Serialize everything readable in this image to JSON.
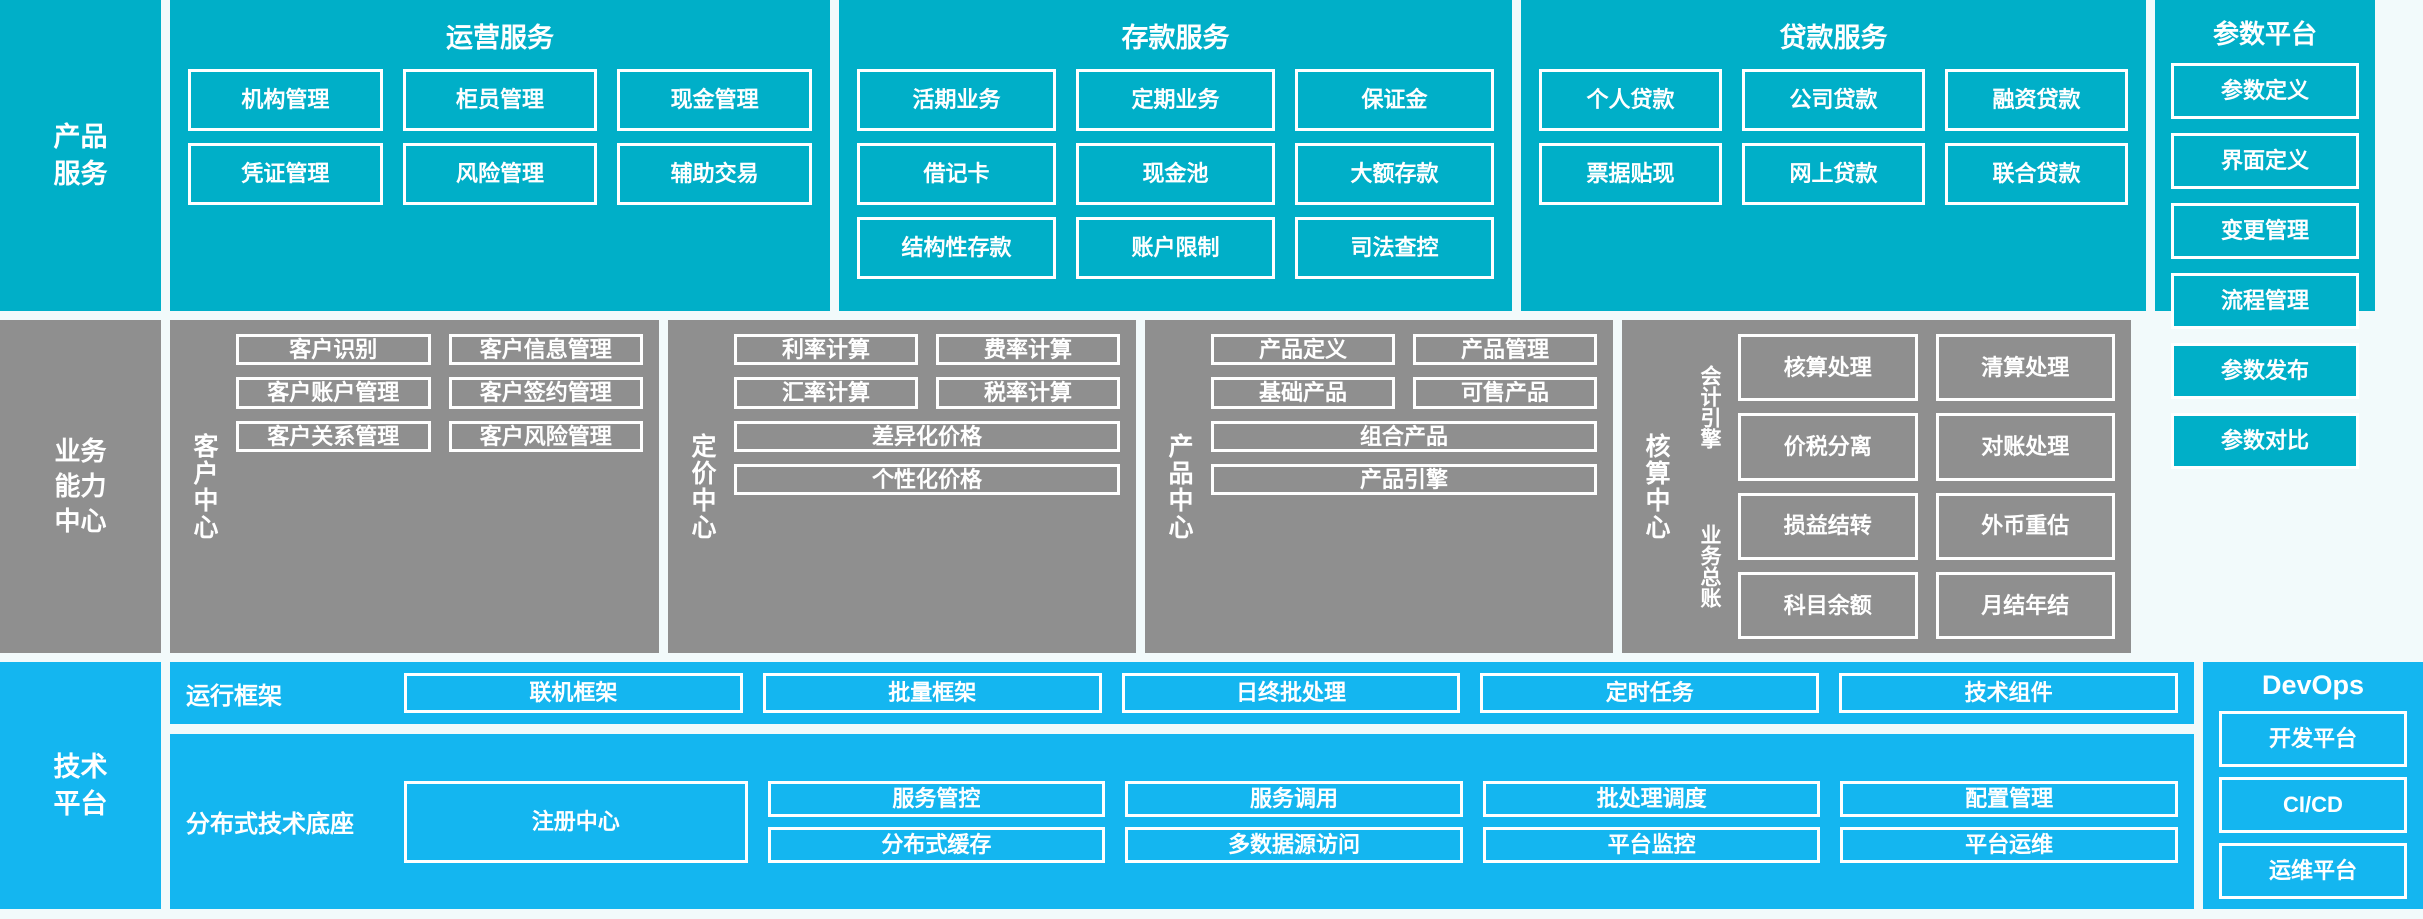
{
  "colors": {
    "teal": "#00afc8",
    "gray": "#8f8f8f",
    "blue": "#14b6f0",
    "background": "#f2fafb",
    "border": "#ffffff",
    "text": "#ffffff"
  },
  "rows": {
    "product": {
      "lane_label": "产品\n服务",
      "panels": [
        {
          "title": "运营服务",
          "cells": [
            [
              "机构管理",
              "柜员管理",
              "现金管理"
            ],
            [
              "凭证管理",
              "风险管理",
              "辅助交易"
            ]
          ]
        },
        {
          "title": "存款服务",
          "cells": [
            [
              "活期业务",
              "定期业务",
              "保证金"
            ],
            [
              "借记卡",
              "现金池",
              "大额存款"
            ],
            [
              "结构性存款",
              "账户限制",
              "司法查控"
            ]
          ]
        },
        {
          "title": "贷款服务",
          "cells": [
            [
              "个人贷款",
              "公司贷款",
              "融资贷款"
            ],
            [
              "票据贴现",
              "网上贷款",
              "联合贷款"
            ]
          ]
        }
      ],
      "param_platform": {
        "title": "参数平台",
        "items": [
          "参数定义",
          "界面定义",
          "变更管理",
          "流程管理",
          "参数发布",
          "参数对比"
        ]
      }
    },
    "business": {
      "lane_label": "业务\n能力\n中心",
      "centers": [
        {
          "name": "客户中心",
          "rows": [
            [
              "客户识别",
              "客户信息管理"
            ],
            [
              "客户账户管理",
              "客户签约管理"
            ],
            [
              "客户关系管理",
              "客户风险管理"
            ]
          ]
        },
        {
          "name": "定价中心",
          "rows": [
            [
              "利率计算",
              "费率计算"
            ],
            [
              "汇率计算",
              "税率计算"
            ],
            [
              "差异化价格"
            ],
            [
              "个性化价格"
            ]
          ]
        },
        {
          "name": "产品中心",
          "rows": [
            [
              "产品定义",
              "产品管理"
            ],
            [
              "基础产品",
              "可售产品"
            ],
            [
              "组合产品"
            ],
            [
              "产品引擎"
            ]
          ]
        },
        {
          "name": "核算中心",
          "sub_groups": [
            {
              "label": "会计引擎",
              "rows": [
                [
                  "核算处理",
                  "清算处理"
                ],
                [
                  "价税分离",
                  "对账处理"
                ]
              ]
            },
            {
              "label": "业务总账",
              "rows": [
                [
                  "损益结转",
                  "外币重估"
                ],
                [
                  "科目余额",
                  "月结年结"
                ]
              ]
            }
          ]
        }
      ]
    },
    "technical": {
      "lane_label": "技术\n平台",
      "bands": [
        {
          "label": "运行框架",
          "cells": [
            "联机框架",
            "批量框架",
            "日终批处理",
            "定时任务",
            "技术组件"
          ]
        },
        {
          "label": "分布式技术底座",
          "primary_cell": "注册中心",
          "columns": [
            [
              "服务管控",
              "分布式缓存"
            ],
            [
              "服务调用",
              "多数据源访问"
            ],
            [
              "批处理调度",
              "平台监控"
            ],
            [
              "配置管理",
              "平台运维"
            ]
          ]
        }
      ],
      "devops": {
        "title": "DevOps",
        "items": [
          "开发平台",
          "CI/CD",
          "运维平台"
        ]
      }
    }
  }
}
